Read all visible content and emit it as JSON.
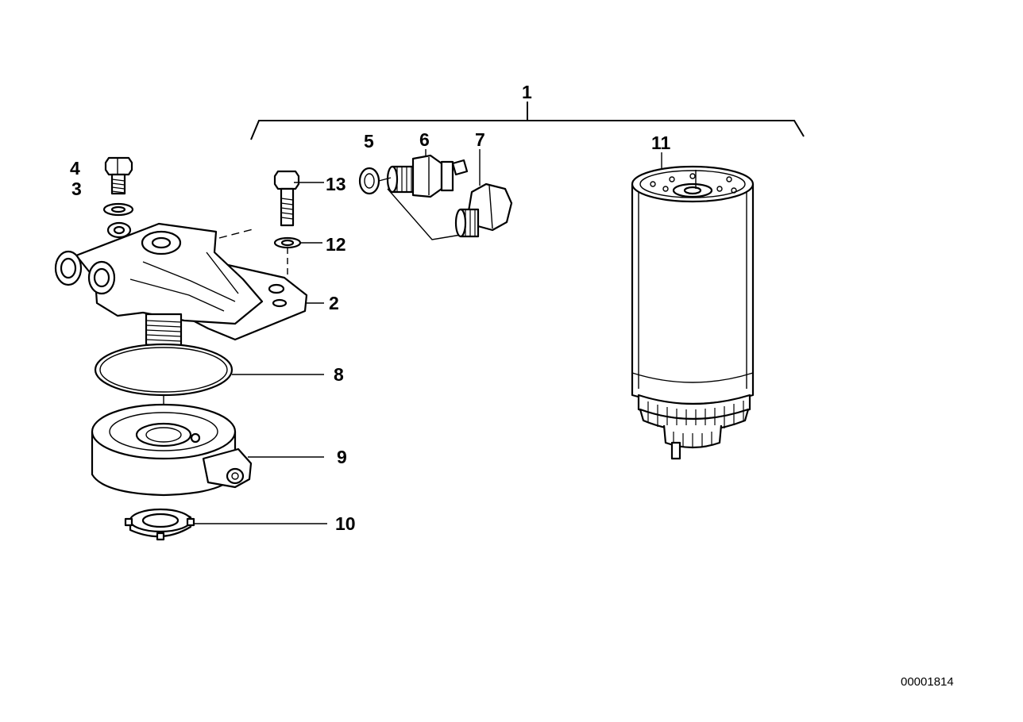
{
  "callouts": {
    "c1": "1",
    "c2": "2",
    "c3": "3",
    "c4": "4",
    "c5": "5",
    "c6": "6",
    "c7": "7",
    "c8": "8",
    "c9": "9",
    "c10": "10",
    "c11": "11",
    "c12": "12",
    "c13": "13"
  },
  "document_number": "00001814"
}
